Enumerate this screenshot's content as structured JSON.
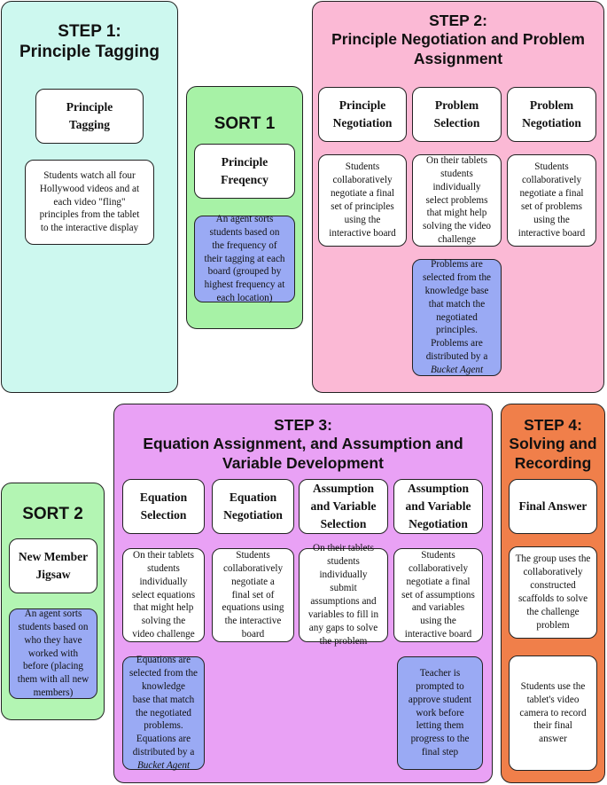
{
  "colors": {
    "step1": "#cdf8ef",
    "sort1": "#a7f2a6",
    "step2": "#fbb9d5",
    "sort2": "#b3f5b3",
    "step3": "#e9a1f5",
    "step4": "#f07f4a",
    "agent": "#9aaaf4"
  },
  "step1": {
    "title": "STEP 1:\nPrinciple Tagging",
    "header": "Principle\nTagging",
    "desc": "Students watch all four\nHollywood videos and at\neach video \"fling\"\nprinciples from the tablet\nto the interactive display"
  },
  "sort1": {
    "title": "SORT 1",
    "header": "Principle\nFreqency",
    "agent": "An agent sorts\nstudents based on\nthe frequency of\ntheir tagging at each\nboard (grouped by\nhighest frequency at\neach location)"
  },
  "step2": {
    "title": "STEP 2:\nPrinciple Negotiation and Problem\nAssignment",
    "col1": {
      "header": "Principle\nNegotiation",
      "desc": "Students\ncollaboratively\nnegotiate a final\nset of principles\nusing the\ninteractive board"
    },
    "col2": {
      "header": "Problem\nSelection",
      "desc": "On their tablets\nstudents\nindividually\nselect problems\nthat might help\nsolving the video\nchallenge"
    },
    "col3": {
      "header": "Problem\nNegotiation",
      "desc": "Students\ncollaboratively\nnegotiate a final\nset of problems\nusing the\ninteractive board"
    },
    "agent_text": "Problems are\nselected from the\nknowledge base\nthat match the\nnegotiated\nprinciples.\nProblems are\ndistributed by a",
    "agent_name": "Bucket Agent"
  },
  "sort2": {
    "title": "SORT 2",
    "header": "New Member\nJigsaw",
    "agent": "An agent sorts\nstudents based on\nwho they have\nworked with\nbefore (placing\nthem with all new\nmembers)"
  },
  "step3": {
    "title": "STEP 3:\nEquation Assignment, and Assumption and\nVariable Development",
    "col1": {
      "header": "Equation\nSelection",
      "desc": "On their tablets\nstudents\nindividually\nselect equations\nthat might help\nsolving the\nvideo challenge"
    },
    "col2": {
      "header": "Equation\nNegotiation",
      "desc": "Students\ncollaboratively\nnegotiate a\nfinal set of\nequations using\nthe interactive\nboard"
    },
    "col3": {
      "header": "Assumption\nand Variable\nSelection",
      "desc": "On their tablets\nstudents\nindividually\nsubmit\nassumptions and\nvariables to fill in\nany gaps to solve\nthe problem"
    },
    "col4": {
      "header": "Assumption\nand Variable\nNegotiation",
      "desc": "Students\ncollaboratively\nnegotiate a final\nset of assumptions\nand variables\nusing the\ninteractive board"
    },
    "agent_text": "Equations are\nselected from the\nknowledge\nbase  that match\nthe negotiated\nproblems.\nEquations are\ndistributed by a",
    "agent_name": "Bucket Agent",
    "teacher": "Teacher is\nprompted to\napprove student\nwork before\nletting them\nprogress to the\nfinal step"
  },
  "step4": {
    "title": "STEP 4:\nSolving and\nRecording",
    "header": "Final Answer",
    "desc1": "The group uses the\ncollaboratively\nconstructed\nscaffolds to solve\nthe challenge\nproblem",
    "desc2": "Students use the\ntablet's video\ncamera to record\ntheir final\nanswer"
  }
}
